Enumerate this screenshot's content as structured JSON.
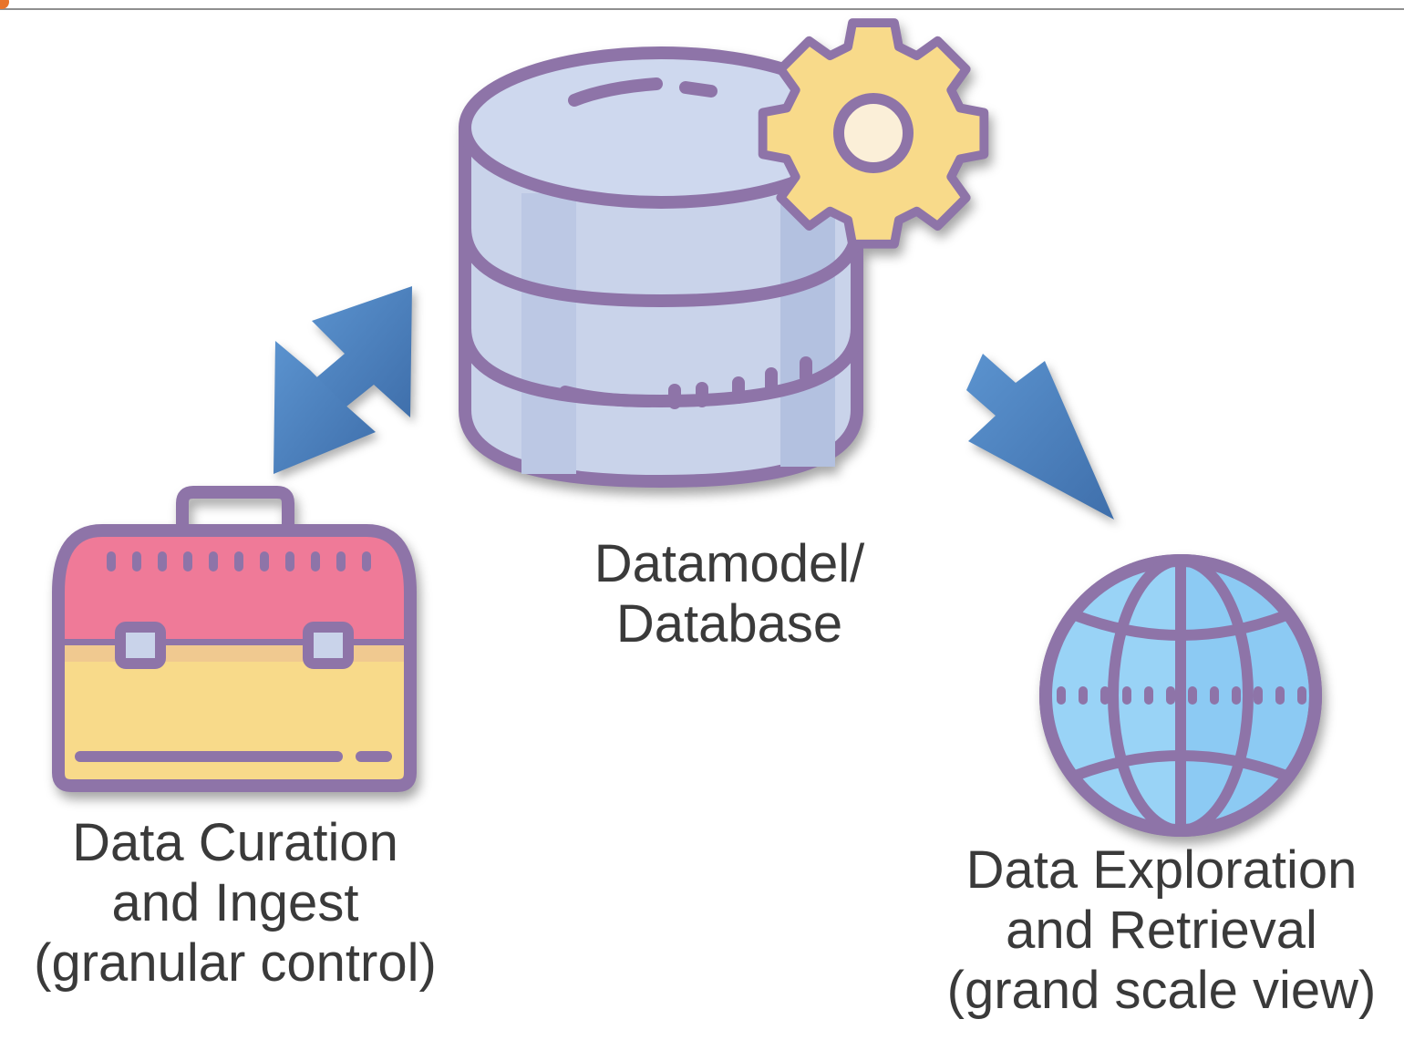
{
  "diagram": {
    "center": {
      "icon": "database-gear-icon",
      "label_lines": [
        "Datamodel/",
        "Database"
      ]
    },
    "left": {
      "icon": "toolbox-icon",
      "label_lines": [
        "Data Curation",
        "and Ingest",
        "(granular control)"
      ]
    },
    "right": {
      "icon": "globe-icon",
      "label_lines": [
        "Data Exploration",
        "and Retrieval",
        "(grand scale view)"
      ]
    },
    "edges": [
      {
        "from": "left",
        "to": "center",
        "type": "bidirectional",
        "icon": "double-arrow-icon"
      },
      {
        "from": "center",
        "to": "right",
        "type": "directed",
        "icon": "arrow-down-right-icon"
      }
    ],
    "colors": {
      "outline": "#8e74a8",
      "db_fill": "#c9d3ea",
      "gear_fill": "#f8da8a",
      "toolbox_top": "#ef7a98",
      "toolbox_body": "#f8da8a",
      "globe_fill": "#8ccaf3",
      "arrow": "#4f83bf",
      "text": "#3a3a3a"
    }
  }
}
